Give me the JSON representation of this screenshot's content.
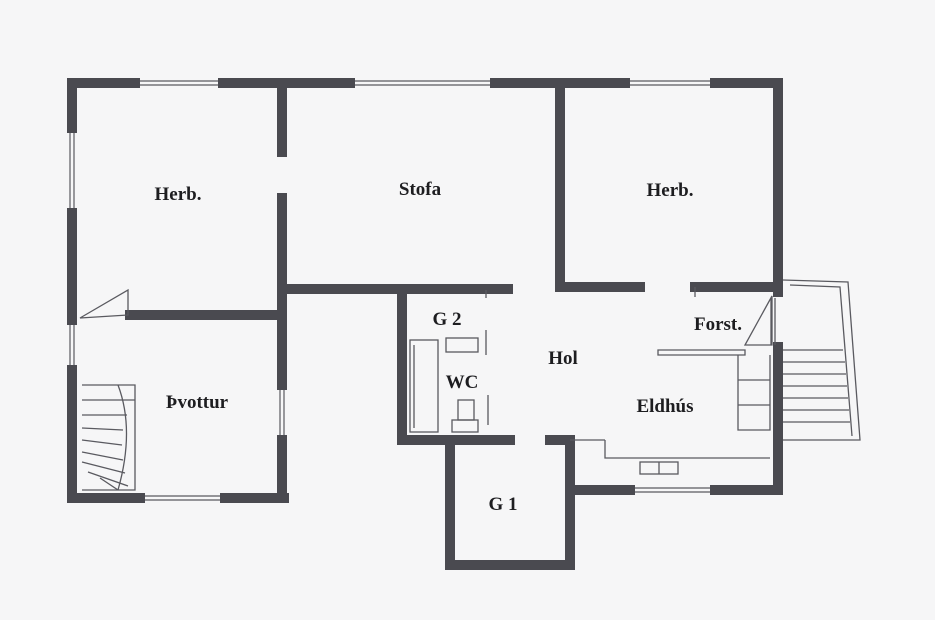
{
  "colors": {
    "paper": "#f6f6f7",
    "wall": "#4a4a50",
    "thin_line": "#5a5a60",
    "text": "#1d1d20"
  },
  "rooms": {
    "herb_left": "Herb.",
    "stofa": "Stofa",
    "herb_right": "Herb.",
    "g2": "G 2",
    "forst": "Forst.",
    "hol": "Hol",
    "wc": "WC",
    "thvottur": "Þvottur",
    "eldhus": "Eldhús",
    "g1": "G 1"
  }
}
